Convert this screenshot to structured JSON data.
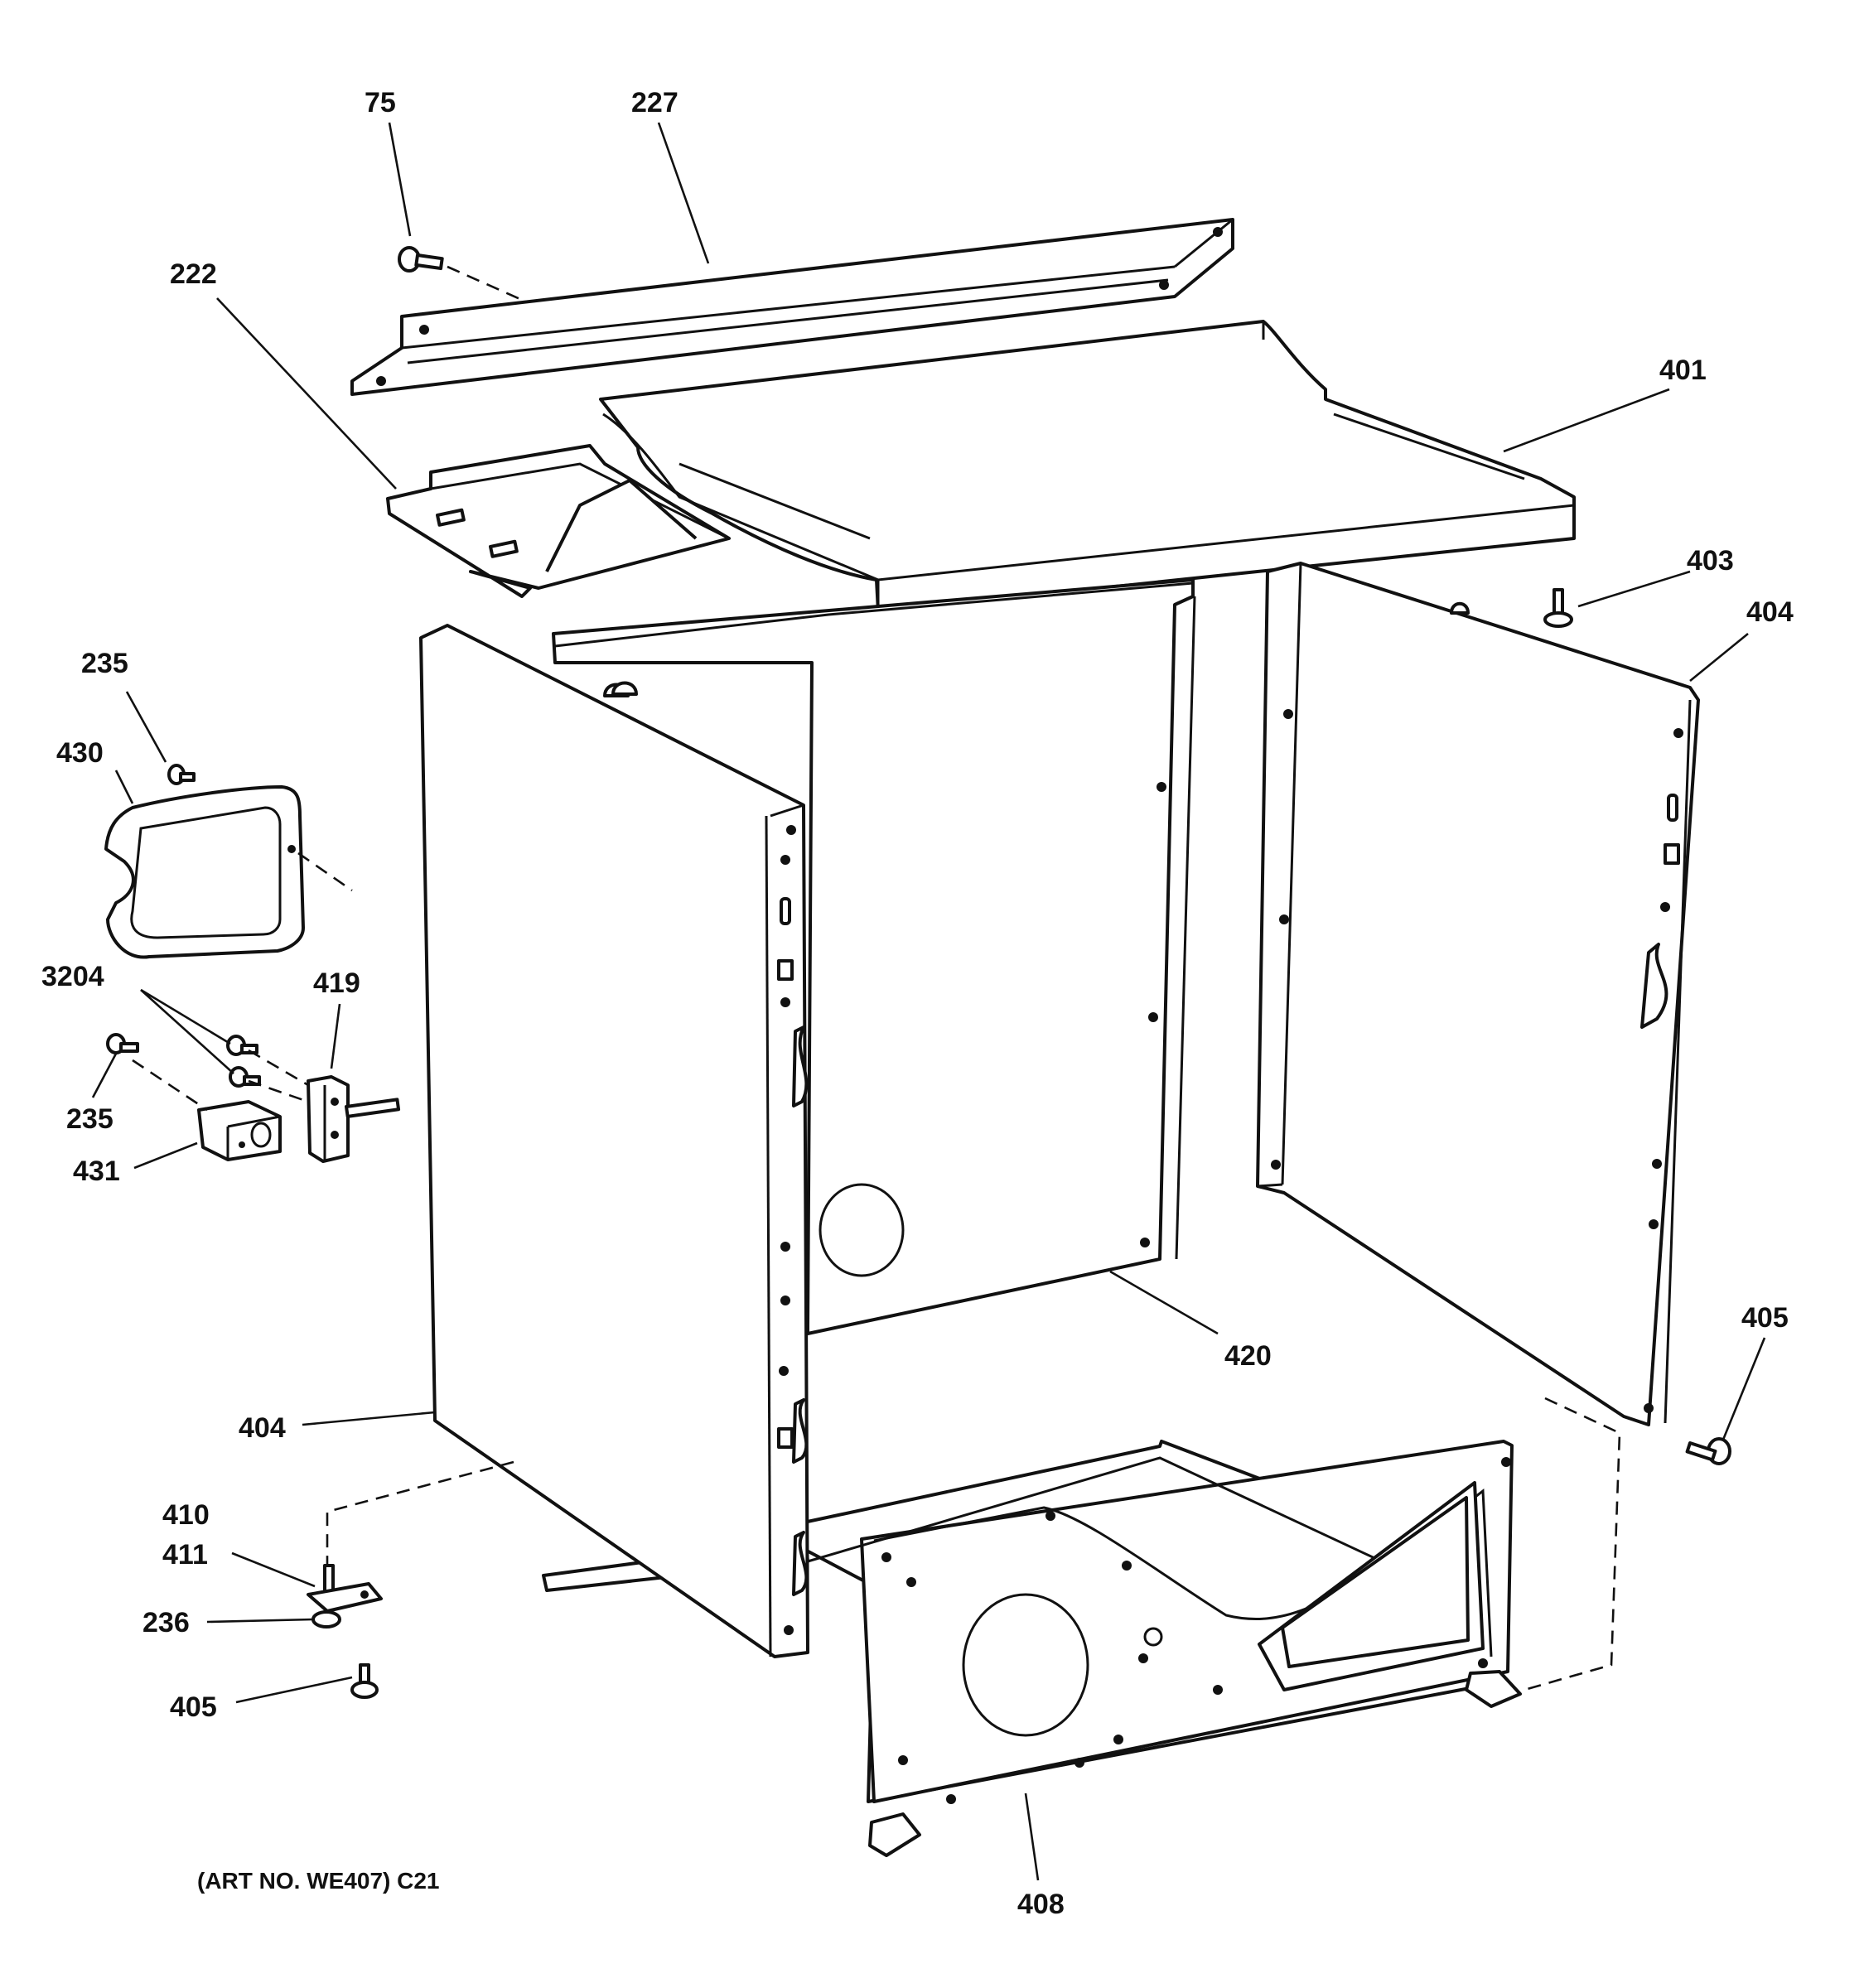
{
  "diagram": {
    "labels": {
      "p75": "75",
      "p227": "227",
      "p222": "222",
      "p401": "401",
      "p403": "403",
      "p404_right": "404",
      "p235_top": "235",
      "p430": "430",
      "p3204": "3204",
      "p419": "419",
      "p235_bottom": "235",
      "p431": "431",
      "p420": "420",
      "p405_right": "405",
      "p404_left": "404",
      "p410": "410",
      "p411": "411",
      "p236": "236",
      "p405_left": "405",
      "p408": "408"
    },
    "art_number": "(ART NO. WE407) C21"
  }
}
